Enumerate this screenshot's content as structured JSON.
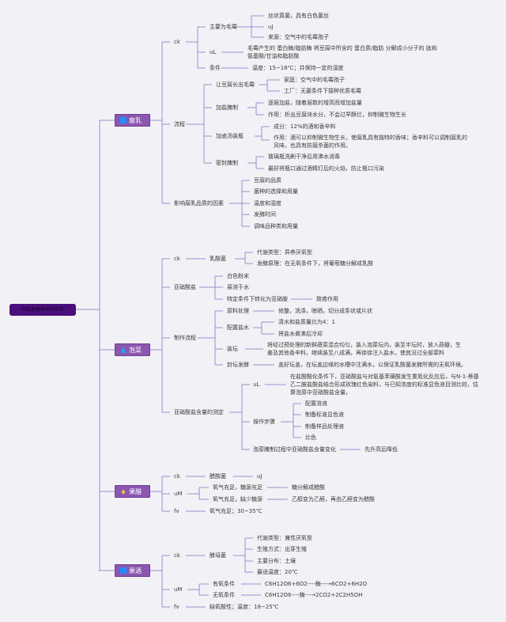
{
  "root": {
    "label": "传统发酵技术的应用"
  },
  "topics": [
    {
      "label": "腐乳",
      "icon": "blue-square-icon"
    },
    {
      "label": "泡菜",
      "icon": "house-icon"
    },
    {
      "label": "果醋",
      "icon": "gem-icon"
    },
    {
      "label": "果酒",
      "icon": "blue-square-icon"
    }
  ],
  "furu": {
    "ck": "ck",
    "ck_main": "主要为毛霉",
    "ck_main_items": [
      "丝状真菌，具有白色菌丝",
      "uJ",
      "来源：空气中的毛霉孢子"
    ],
    "ul": "uL",
    "ul_text": "毛霉产生的 蛋白酶/脂肪酶 将豆腐中所含的 蛋白质/脂肪 分解成小分子的 肽和氨基酸/甘油和脂肪酸",
    "cond": "条件",
    "cond_text": "温度：15~18℃；并保持一定的湿度",
    "process": "流程",
    "steps": [
      {
        "label": "让豆腐长出毛霉",
        "items": [
          "家庭：空气中的毛霉孢子",
          "工厂：无菌条件下接种优质毛霉"
        ]
      },
      {
        "label": "加盐腌制",
        "items": [
          "逐层加盐，随着层数的增高而增加盐量",
          "作用：析出豆腐块水分，不会过早酥烂，抑制微生物生长"
        ]
      },
      {
        "label": "加卤汤装瓶",
        "items": [
          "成分：12%的酒和香辛料",
          "作用：酒可以抑制微生物生长，使腐乳具有独特的香味；香辛料可以调制腐乳的风味，也具有防腐杀菌的作用。"
        ]
      },
      {
        "label": "密封腌制",
        "items": [
          "玻璃瓶洗刷干净后用沸水消毒",
          "最好将瓶口通过酒精灯后的火焰，防止瓶口污染"
        ]
      }
    ],
    "factors": "影响腐乳品质的因素",
    "factor_items": [
      "豆腐的品质",
      "菌种的选择和用量",
      "温度和湿度",
      "发酵时间",
      "调味品种类和用量"
    ]
  },
  "paocai": {
    "ck": "ck",
    "ck_org": "乳酸菌",
    "ck_items": [
      "代谢类型：异养厌氧型",
      "发酵原理：在无氧条件下，将葡萄糖分解成乳酸"
    ],
    "nitrite": "亚硝酸盐",
    "nitrite_items": [
      "白色粉末",
      "易溶于水",
      "特定条件下转化为亚硝胺"
    ],
    "nitrite_effect": "致癌作用",
    "make": "制作流程",
    "make_steps": [
      {
        "label": "原料处理",
        "text": "修整，洗涤，晾晒，切分成条状或片状"
      },
      {
        "label": "配置盐水",
        "items": [
          "清水和盐质量比为4：1",
          "将盐水煮沸后冷却"
        ]
      },
      {
        "label": "装坛",
        "text": "将经过预处理的新鲜蔬菜混合均匀，装入泡菜坛内，装至半坛时，放入蒜瓣，生姜及其他香辛料，继续装至八成满，再徐徐注入盐水，使其没过全部菜料"
      },
      {
        "label": "封坛发酵",
        "text": "盖好坛盖，在坛盖边缘的水槽中注满水，以保证乳酸菌发酵所需的无氧环境。"
      }
    ],
    "measure": "亚硝酸盐含量的测定",
    "ul": "uL",
    "ul_text": "在盐酸酸化条件下，亚硝酸盐与对氨基苯磺酸发生重氮化反应后，与N-1-萘基乙二胺盐酸盐结合形成玫瑰红色染料，与已知浓度的标准显色液目测比较，估算泡菜中亚硝酸盐含量。",
    "ops": "操作步骤",
    "ops_items": [
      "配置溶液",
      "制备标准显色液",
      "制备样品处理液",
      "比色"
    ],
    "change": "泡菜腌制过程中亚硝酸盐含量变化",
    "change_text": "先升高后降低"
  },
  "guocu": {
    "ck": "ck",
    "ck_org": "醋酸菌",
    "ck_item": "uJ",
    "um": "uM",
    "um_items": [
      {
        "label": "氧气充足，糖源充足",
        "text": "糖分解成醋酸"
      },
      {
        "label": "氧气充足，缺少糖源",
        "text": "乙醇变为乙醛，再由乙醛变为醋酸"
      }
    ],
    "fv": "fv",
    "fv_text": "氧气充足；30~35℃"
  },
  "guojiu": {
    "ck": "ck",
    "ck_org": "酵母菌",
    "ck_items": [
      "代谢类型：兼性厌氧型",
      "生殖方式：出芽生殖",
      "主要分布：土壤",
      "最适温度：20℃"
    ],
    "um": "uM",
    "um_items": [
      {
        "label": "有氧条件",
        "text": "C6H12O6+6O2----酶---→6CO2+6H2O"
      },
      {
        "label": "无氧条件",
        "text": "C6H12O6----酶---→2CO2+2C2H5OH"
      }
    ],
    "fv": "fv",
    "fv_text": "缺氧酸性；温度：18~25℃"
  },
  "colors": {
    "line": "#9b8fcf",
    "topic": "#8a56b0",
    "root": "#4a0f7a"
  }
}
